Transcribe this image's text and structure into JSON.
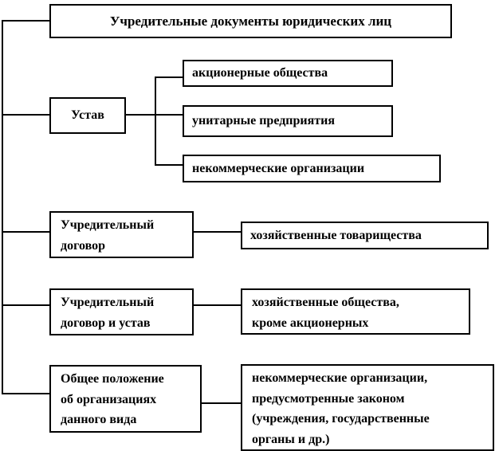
{
  "diagram": {
    "title": "Учредительные документы юридических лиц",
    "rows": [
      {
        "label": "Устав",
        "children": [
          "акционерные общества",
          "унитарные предприятия",
          "некоммерческие организации"
        ]
      },
      {
        "label": "Учредительный\nдоговор",
        "children": [
          "хозяйственные товарищества"
        ]
      },
      {
        "label": "Учредительный\nдоговор и устав",
        "children": [
          "хозяйственные общества,\nкроме акционерных"
        ]
      },
      {
        "label": "Общее положение\nоб организациях\nданного вида",
        "children": [
          "некоммерческие организации,\nпредусмотренные законом\n(учреждения, государственные\nорганы и др.)"
        ]
      }
    ],
    "colors": {
      "background": "#ffffff",
      "border": "#000000",
      "text": "#000000"
    }
  }
}
